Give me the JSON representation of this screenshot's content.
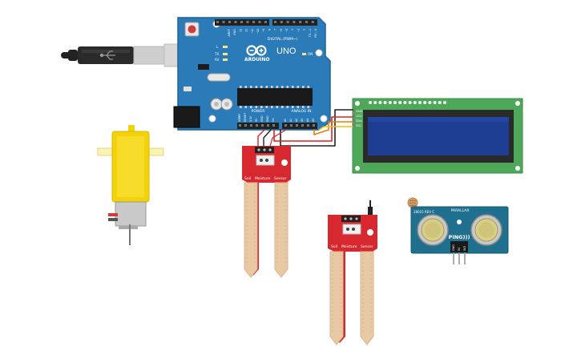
{
  "components": {
    "arduino": {
      "brand": "ARDUINO",
      "model": "UNO",
      "digital_header": "DIGITAL (PWM~)",
      "analog_header": "ANALOG IN",
      "power_header": "POWER",
      "on_label": "ON",
      "led_labels": [
        "L",
        "TX",
        "RX"
      ],
      "power_pins": [
        "IOREF",
        "RESET",
        "3.3V",
        "5V",
        "GND",
        "GND",
        "Vin"
      ],
      "analog_pins": [
        "A0",
        "A1",
        "A2",
        "A3",
        "A4",
        "A5"
      ],
      "digital_pins": [
        "AREF",
        "GND",
        "13",
        "12",
        "~11",
        "~10",
        "~9",
        "8",
        "7",
        "~6",
        "~5",
        "4",
        "~3",
        "2",
        "TX→1",
        "RX←0"
      ]
    },
    "lcd": {
      "pins": [
        "GND",
        "VCC",
        "SDA",
        "SCL"
      ]
    },
    "soil_sensor_1": {
      "label_words": [
        "Soil",
        "Moisture",
        "Sensor"
      ]
    },
    "soil_sensor_2": {
      "label_words": [
        "Soil",
        "Moisture",
        "Sensor"
      ]
    },
    "ping_sensor": {
      "brand": "PARALLAX",
      "model": "PING)))",
      "pins": [
        "GND",
        "5V",
        "SIG"
      ],
      "small_text": "28015 REV C"
    }
  },
  "colors": {
    "arduino_board": "#2a7bb8",
    "lcd_board": "#4ea85a",
    "lcd_screen": "#1d3e92",
    "sensor_red": "#d8282f",
    "ping_board": "#1f6f8e",
    "motor_yellow": "#f3d20a",
    "wire_red": "#e02020",
    "wire_black": "#222222",
    "wire_yellow": "#f0c000",
    "wire_orange": "#f07b00",
    "probe": "#e8c9a3"
  }
}
